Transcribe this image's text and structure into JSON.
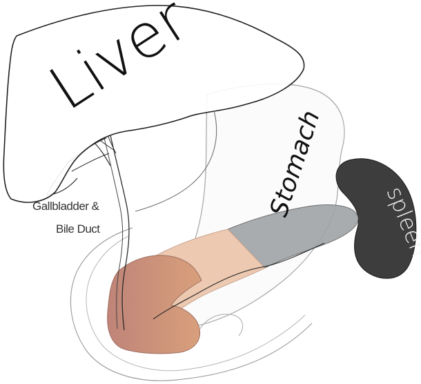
{
  "labels": {
    "liver": "Liver",
    "stomach": "Stomach",
    "spleen": "spleen",
    "gallbladder_line1": "Gallbladder &",
    "gallbladder_line2": "Bile Duct"
  },
  "colors": {
    "outline": "#2a2a2a",
    "stomach_outline": "#9a9a9a",
    "spleen_fill": "#3d3d3d",
    "pancreas_head": "#c48674",
    "pancreas_body": "#ecc8b0",
    "pancreas_tail": "#9fa3a6"
  }
}
